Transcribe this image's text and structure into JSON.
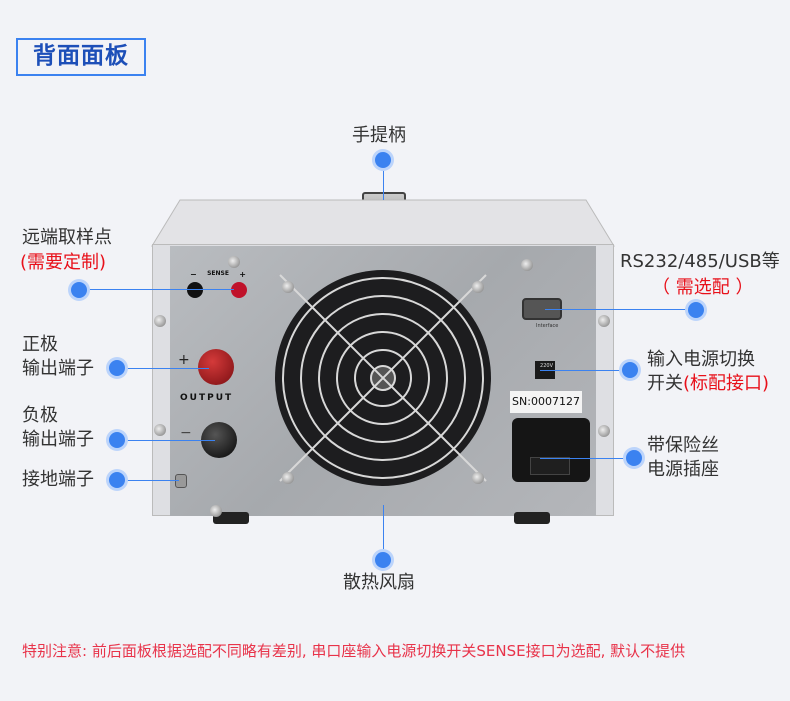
{
  "title": "背面面板",
  "labels": {
    "handle": "手提柄",
    "sense_line1": "远端取样点",
    "sense_line2": "(需要定制)",
    "pos_line1": "正极",
    "pos_line2": "输出端子",
    "neg_line1": "负极",
    "neg_line2": "输出端子",
    "ground": "接地端子",
    "fan": "散热风扇",
    "interface_line1": "RS232/485/USB等",
    "interface_line2": "（ 需选配 ）",
    "switch_line1": "输入电源切换",
    "switch_line2a": "开关",
    "switch_line2b": "(标配接口)",
    "socket_line1": "带保险丝",
    "socket_line2": "电源插座"
  },
  "device": {
    "sense_text": "SENSE",
    "sense_minus": "−",
    "sense_plus": "+",
    "output_text": "OUTPUT",
    "out_plus": "+",
    "out_minus": "−",
    "interface_text": "Interface",
    "serial_number": "SN:0007127",
    "switch_text": "220V"
  },
  "note": "特别注意: 前后面板根据选配不同略有差别, 串口座输入电源切换开关SENSE接口为选配, 默认不提供",
  "colors": {
    "accent": "#3b82f0",
    "title": "#1d4fb8",
    "red": "#e8101a",
    "note": "#e8334a"
  }
}
